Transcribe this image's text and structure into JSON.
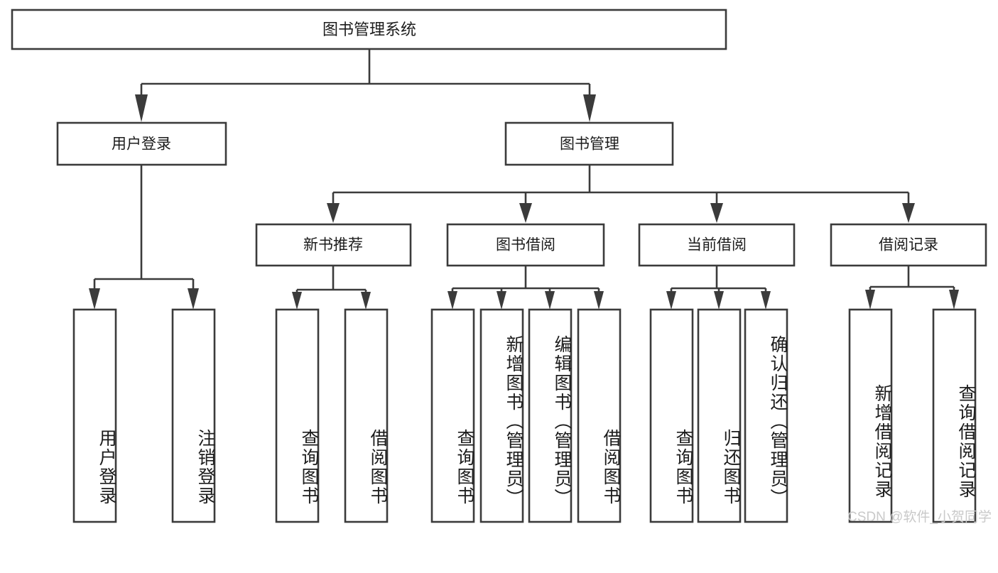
{
  "diagram": {
    "type": "tree-hierarchy",
    "title_node": {
      "id": "root",
      "label": "图书管理系统"
    },
    "level2": [
      {
        "id": "user-login",
        "label": "用户登录"
      },
      {
        "id": "book-management",
        "label": "图书管理"
      }
    ],
    "level3": [
      {
        "id": "new-book-recommend",
        "label": "新书推荐",
        "parent": "book-management"
      },
      {
        "id": "book-borrow",
        "label": "图书借阅",
        "parent": "book-management"
      },
      {
        "id": "current-borrow",
        "label": "当前借阅",
        "parent": "book-management"
      },
      {
        "id": "borrow-record",
        "label": "借阅记录",
        "parent": "book-management"
      }
    ],
    "leaves": [
      {
        "id": "leaf-user-login",
        "label": "用户登录",
        "parent": "user-login"
      },
      {
        "id": "leaf-logout-login",
        "label": "注销登录",
        "parent": "user-login"
      },
      {
        "id": "leaf-query-book-1",
        "label": "查询图书",
        "parent": "new-book-recommend"
      },
      {
        "id": "leaf-borrow-book-1",
        "label": "借阅图书",
        "parent": "new-book-recommend"
      },
      {
        "id": "leaf-query-book-2",
        "label": "查询图书",
        "parent": "book-borrow"
      },
      {
        "id": "leaf-add-book",
        "label": "新增图书（管理员）",
        "parent": "book-borrow"
      },
      {
        "id": "leaf-edit-book",
        "label": "编辑图书（管理员）",
        "parent": "book-borrow"
      },
      {
        "id": "leaf-borrow-book-2",
        "label": "借阅图书",
        "parent": "book-borrow"
      },
      {
        "id": "leaf-query-book-3",
        "label": "查询图书",
        "parent": "current-borrow"
      },
      {
        "id": "leaf-return-book",
        "label": "归还图书",
        "parent": "current-borrow"
      },
      {
        "id": "leaf-confirm-return",
        "label": "确认归还（管理员）",
        "parent": "current-borrow"
      },
      {
        "id": "leaf-add-record",
        "label": "新增借阅记录",
        "parent": "borrow-record"
      },
      {
        "id": "leaf-query-record",
        "label": "查询借阅记录",
        "parent": "borrow-record"
      }
    ],
    "colors": {
      "stroke": "#3b3b3b",
      "box_fill": "#ffffff",
      "text": "#1c1c1c",
      "background": "#ffffff",
      "watermark": "#c9c9c9"
    }
  },
  "watermark": {
    "text": "CSDN @软件_小贺同学"
  }
}
